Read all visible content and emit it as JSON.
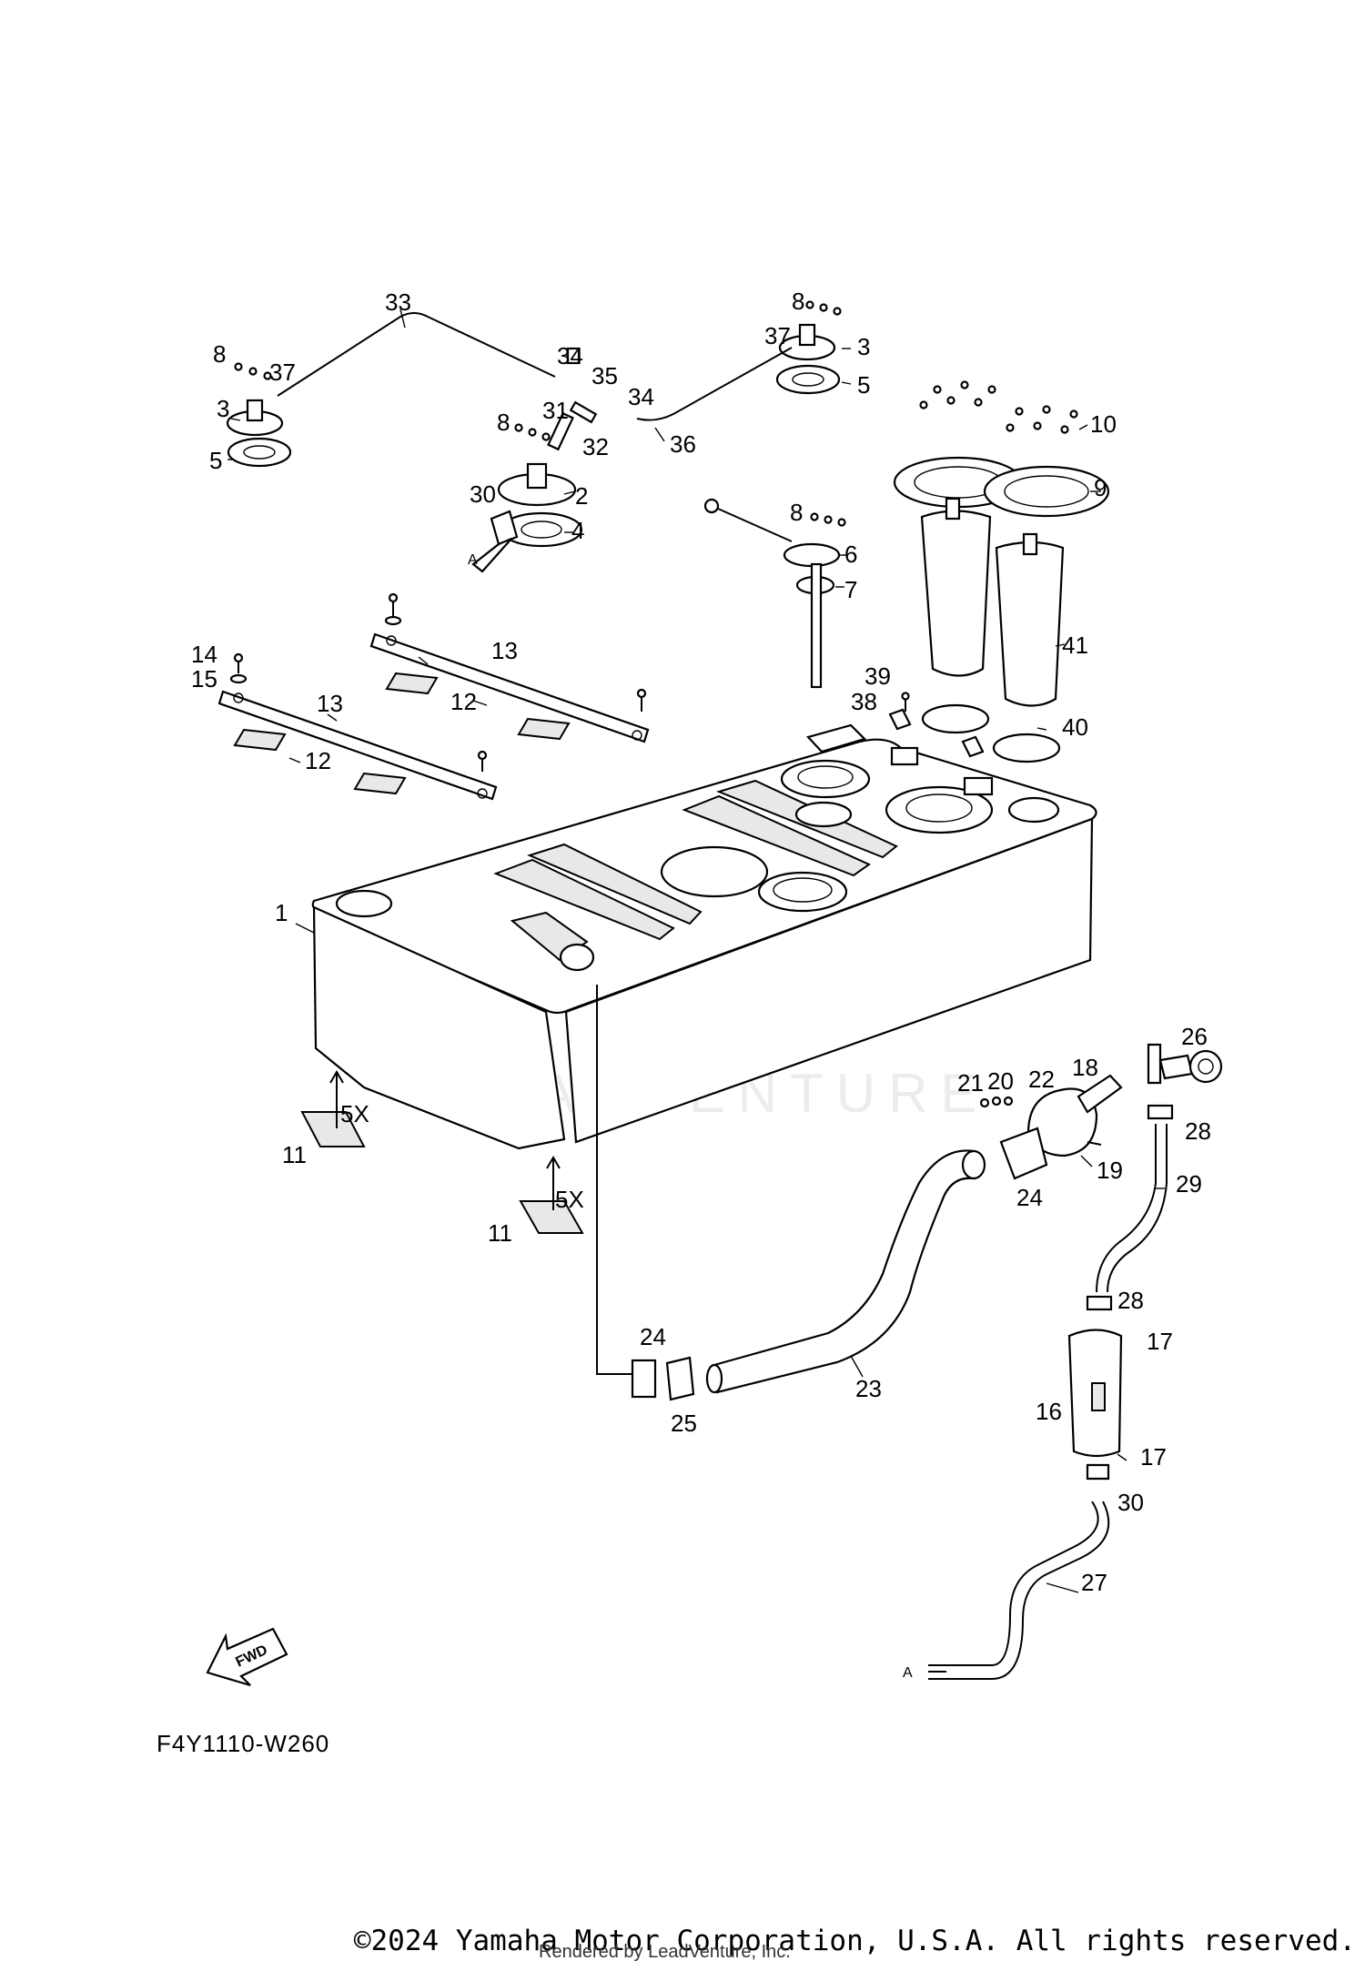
{
  "diagram": {
    "code": "F4Y1110-W260",
    "fwd_label": "FWD",
    "pipe_end_label": "A",
    "multiplier_label": "5X",
    "watermark": "LEADVENTURE",
    "callouts": [
      "1",
      "2",
      "3",
      "4",
      "5",
      "6",
      "7",
      "8",
      "9",
      "10",
      "11",
      "12",
      "13",
      "14",
      "15",
      "16",
      "17",
      "18",
      "19",
      "20",
      "21",
      "22",
      "23",
      "24",
      "25",
      "26",
      "27",
      "28",
      "29",
      "30",
      "31",
      "32",
      "33",
      "34",
      "35",
      "36",
      "37",
      "38",
      "39",
      "40",
      "41"
    ]
  },
  "footer": {
    "copyright": "©2024 Yamaha Motor Corporation, U.S.A. All rights reserved.",
    "rendered_by": "Rendered by LeadVenture, Inc."
  }
}
